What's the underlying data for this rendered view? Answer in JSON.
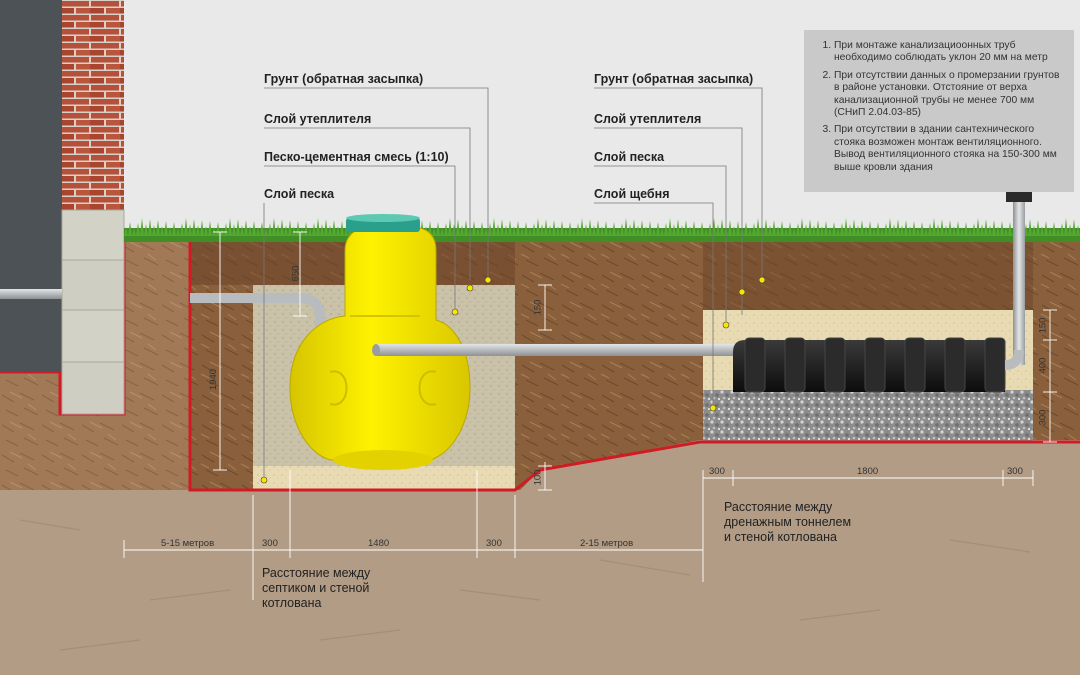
{
  "labels": {
    "left": {
      "backfill": "Грунт (обратная засыпка)",
      "insulation": "Слой утеплителя",
      "sand_cement": "Песко-цементная смесь (1:10)",
      "sand": "Слой песка"
    },
    "right": {
      "backfill": "Грунт (обратная засыпка)",
      "insulation": "Слой утеплителя",
      "sand": "Слой песка",
      "gravel": "Слой щебня"
    }
  },
  "notes": [
    "При  монтаже канализациоонных труб необходимо соблюдать уклон 20 мм на метр",
    "При отсутствии данных о промерзании грунтов в районе установки. Отстояние от верха канализационной трубы не менее 700 мм (СНиП 2.04.03-85)",
    "При отсутствии в здании сантехнического стояка возможен монтаж вентиляционного. Вывод вентиляционного стояка на 150-300 мм выше кровли здания"
  ],
  "dimensions": {
    "vertical_left": {
      "d650": "650",
      "d1940": "1940",
      "d150": "150",
      "d100": "100"
    },
    "vertical_right": {
      "d150": "150",
      "d400": "400",
      "d300": "300"
    },
    "bottom_right": {
      "left300": "300",
      "d1800": "1800",
      "right300": "300"
    },
    "bottom_left": {
      "house_dist": "5-15 метров",
      "left300": "300",
      "d1480": "1480",
      "right300": "300",
      "gap": "2-15 метров"
    }
  },
  "captions": {
    "septic_distance": [
      "Расстояние между",
      "септиком и стеной",
      "котлована"
    ],
    "tunnel_distance": [
      "Расстояние между",
      "дренажным тоннелем",
      "и стеной котлована"
    ]
  },
  "colors": {
    "septic": "#f6e500",
    "septic_lid": "#2aa08c",
    "pipe": "#b9bcbe",
    "soil_top": "#7b5331",
    "soil_deep": "#a57d58",
    "ground_low": "#b59e86",
    "excavation_line": "#d11b24",
    "grass": "#3f8f25",
    "sand": "#e9dcb7",
    "gravel": "#9a9a9a",
    "tunnel": "#1d1d1d",
    "brick": "#b54a34",
    "note_box": "#c9c9ca"
  }
}
